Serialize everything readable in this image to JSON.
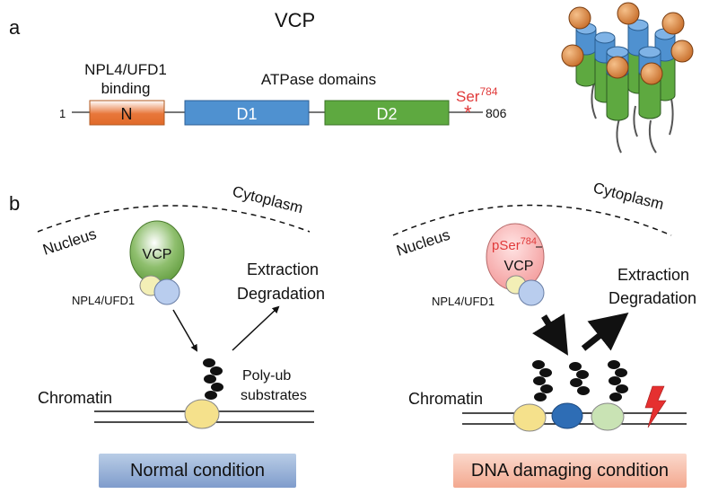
{
  "panel_a": {
    "label": "a",
    "title": "VCP",
    "binding_label_line1": "NPL4/UFD1",
    "binding_label_line2": "binding",
    "atpase_label": "ATPase domains",
    "start_residue": "1",
    "end_residue": "806",
    "domain_n": "N",
    "domain_d1": "D1",
    "domain_d2": "D2",
    "site_label": "Ser",
    "site_number": "784",
    "site_marker": "*",
    "colors": {
      "n_domain": "#e8773a",
      "d1_domain": "#4f91d0",
      "d2_domain": "#5ea940",
      "site": "#e03a3a"
    }
  },
  "panel_b": {
    "label": "b",
    "normal": {
      "nucleus": "Nucleus",
      "cytoplasm": "Cytoplasm",
      "vcp": "VCP",
      "cofactor": "NPL4/UFD1",
      "extraction": "Extraction",
      "degradation": "Degradation",
      "chromatin": "Chromatin",
      "polyub_line1": "Poly-ub",
      "polyub_line2": "substrates",
      "condition": "Normal condition"
    },
    "damage": {
      "nucleus": "Nucleus",
      "cytoplasm": "Cytoplasm",
      "vcp": "VCP",
      "phospho_prefix": "pSer",
      "phospho_number": "784",
      "cofactor": "NPL4/UFD1",
      "extraction": "Extraction",
      "degradation": "Degradation",
      "chromatin": "Chromatin",
      "condition": "DNA damaging condition"
    }
  }
}
